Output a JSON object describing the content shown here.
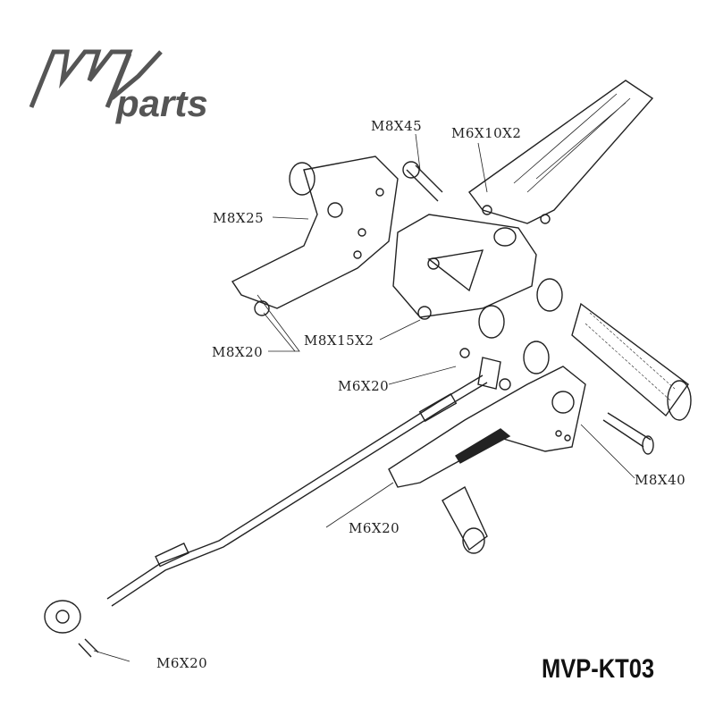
{
  "logo": {
    "text": "MV parts"
  },
  "product_code": "MVP-KT03",
  "labels": {
    "m8x45": "M8X45",
    "m6x10x2": "M6X10X2",
    "m8x25": "M8X25",
    "m8x20": "M8X20",
    "m8x15x2": "M8X15X2",
    "m6x20_a": "M6X20",
    "m8x40": "M8X40",
    "m6x20_b": "M6X20",
    "m6x20_c": "M6X20"
  }
}
